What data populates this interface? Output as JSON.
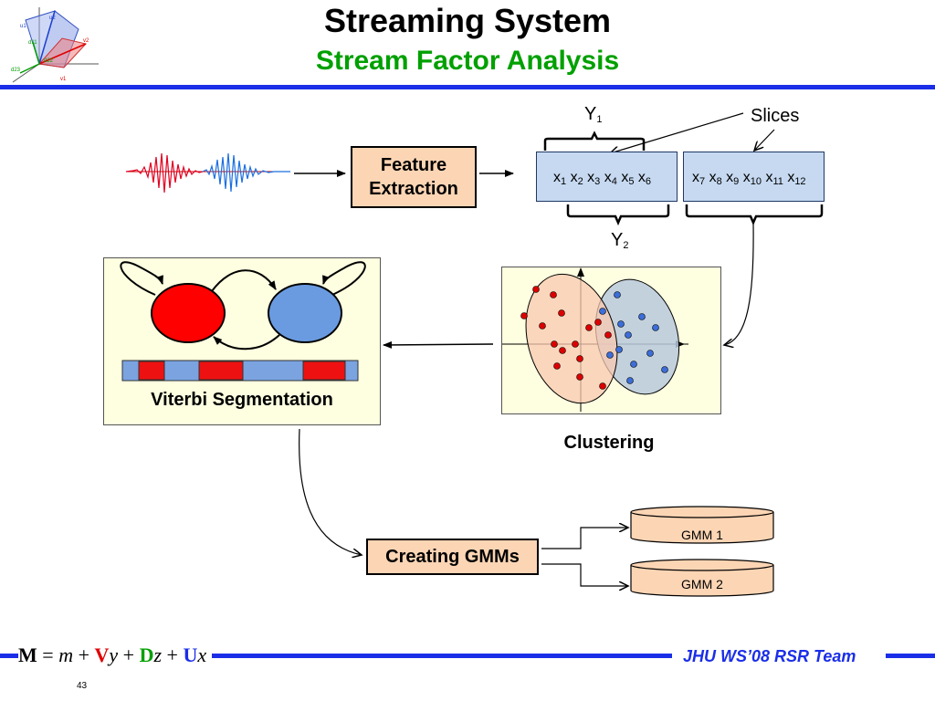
{
  "header": {
    "title": "Streaming System",
    "subtitle": "Stream Factor Analysis"
  },
  "logo": {
    "labels": [
      "u2",
      "u1",
      "v2",
      "v1",
      "d22",
      "d11",
      "d23"
    ]
  },
  "pipeline": {
    "feature_extraction_line1": "Feature",
    "feature_extraction_line2": "Extraction",
    "vector1": {
      "x1": "x",
      "s1": "1",
      "x2": "x",
      "s2": "2",
      "x3": "x",
      "s3": "3",
      "x4": "x",
      "s4": "4",
      "x5": "x",
      "s5": "5",
      "x6": "x",
      "s6": "6"
    },
    "vector2": {
      "x7": "x",
      "s7": "7",
      "x8": "x",
      "s8": "8",
      "x9": "x",
      "s9": "9",
      "x10": "x",
      "s10": "10",
      "x11": "x",
      "s11": "11",
      "x12": "x",
      "s12": "12"
    },
    "y1_main": "Y",
    "y1_sub": "1",
    "y2_main": "Y",
    "y2_sub": "2",
    "slices_label": "Slices",
    "viterbi_label": "Viterbi Segmentation",
    "clustering_label": "Clustering",
    "creating_gmms": "Creating GMMs",
    "gmm1": "GMM 1",
    "gmm2": "GMM 2"
  },
  "footer": {
    "team": "JHU WS’08 RSR Team",
    "page_number": "43",
    "equation": {
      "M": "M",
      "eq": " = ",
      "m": "m",
      "plus1": " + ",
      "V": "V",
      "y": "y",
      "plus2": " + ",
      "D": "D",
      "z": "z",
      "plus3": " + ",
      "U": "U",
      "x": "x"
    }
  },
  "colors": {
    "accent_blue": "#1a2ee8",
    "subtitle_green": "#00a000",
    "box_peach": "#fcd5b4",
    "vector_blue": "#c6d9f1",
    "state_red": "#ff0000",
    "state_blue": "#6a9be0",
    "panel_cream": "#fefee0"
  }
}
